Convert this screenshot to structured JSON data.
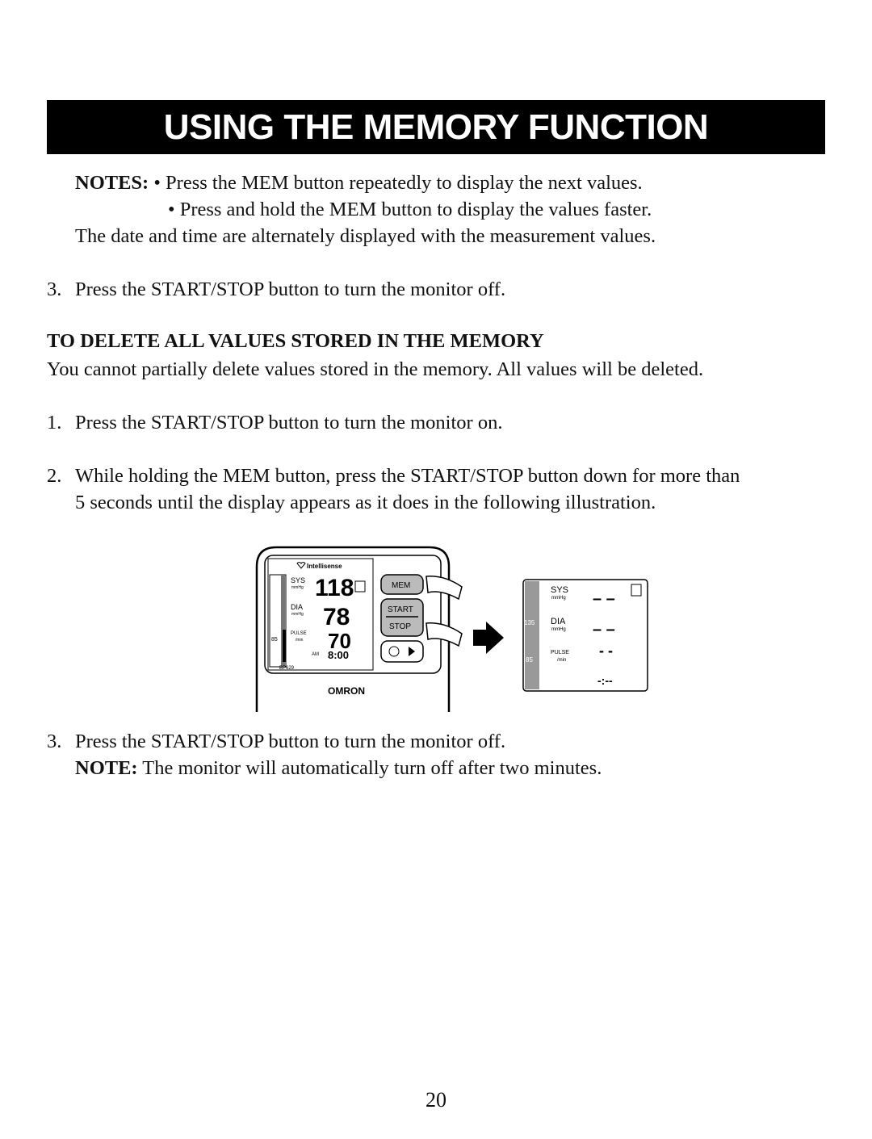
{
  "banner": {
    "title": "USING THE MEMORY FUNCTION"
  },
  "notes": {
    "label": "NOTES:",
    "bullet1": "• Press the MEM button repeatedly to display the next values.",
    "bullet2": "• Press and hold the MEM button to display the values faster.",
    "line3": "The date and time are alternately displayed with the measurement values."
  },
  "step3_top": {
    "num": "3.",
    "text": "Press the START/STOP button to turn the monitor off."
  },
  "section": {
    "heading": "TO DELETE ALL VALUES STORED IN THE MEMORY",
    "intro": "You cannot partially delete values stored in the memory. All values will be deleted."
  },
  "steps": [
    {
      "num": "1.",
      "text": "Press the START/STOP button to turn the monitor on."
    },
    {
      "num": "2.",
      "text": "While holding the MEM button, press the START/STOP button down for more than",
      "text2": "5 seconds until the display appears as it does in the following illustration."
    },
    {
      "num": "3.",
      "text": "Press the START/STOP button to turn the monitor off."
    }
  ],
  "note_bottom": {
    "label": "NOTE:",
    "text": "The monitor will automatically turn off after two minutes."
  },
  "illustration": {
    "brand": "Intellisense",
    "model": "BP629",
    "logo": "OMRON",
    "labels": {
      "sys": "SYS",
      "dia": "DIA",
      "pulse": "PULSE",
      "mmhg": "mmHg",
      "per_min": "/min",
      "scale_high": "135",
      "scale_low": "85",
      "am": "AM"
    },
    "values": {
      "sys": "118",
      "dia": "78",
      "pulse": "70",
      "time": "8:00"
    },
    "buttons": {
      "mem": "MEM",
      "start": "START",
      "stop": "STOP"
    },
    "cleared_display": {
      "dash_sys": "– –",
      "dash_dia": "– –",
      "dash_pulse": "- -",
      "dash_time": "-:--"
    },
    "arrow_icon": "right-arrow-icon"
  },
  "page_number": "20"
}
